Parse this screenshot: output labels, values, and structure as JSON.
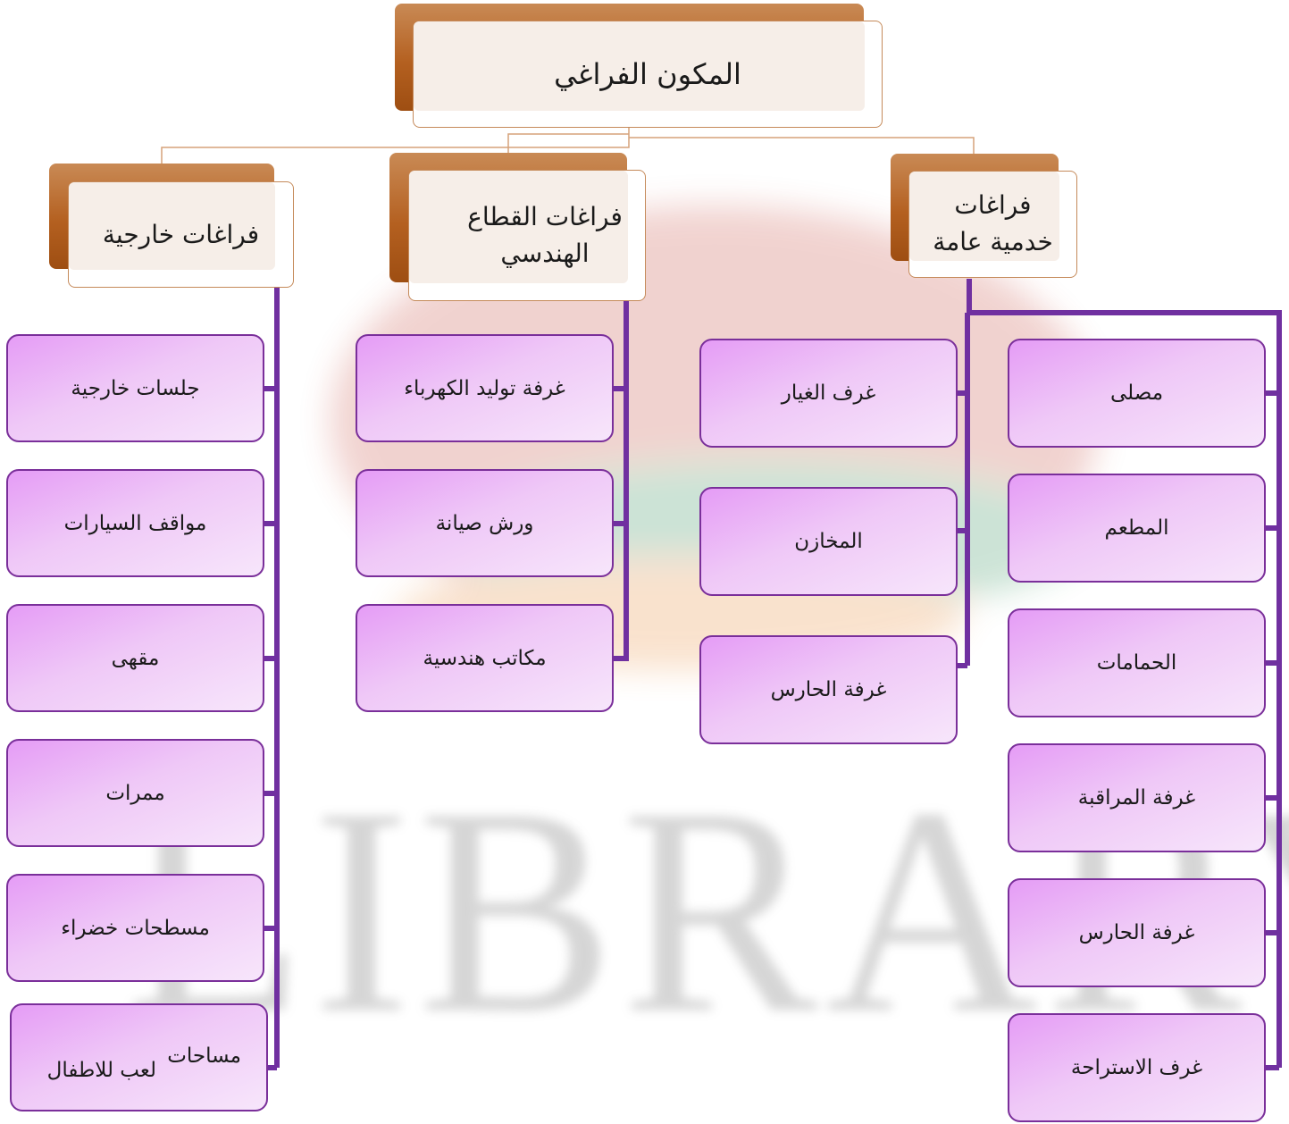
{
  "title": "المكون الفراغي",
  "categories": {
    "external": "فراغات خارجية",
    "engineering_line1": "فراغات القطاع",
    "engineering_line2": "الهندسي",
    "service_line1": "فراغات",
    "service_line2": "خدمية عامة"
  },
  "external_items": [
    "جلسات خارجية",
    "مواقف السيارات",
    "مقهى",
    "ممرات",
    "مسطحات خضراء"
  ],
  "external_last": {
    "line1": "مساحات",
    "line2": "لعب للاطفال"
  },
  "engineering_items": [
    "غرفة توليد الكهرباء",
    "ورش صيانة",
    "مكاتب هندسية"
  ],
  "service_inner_items": [
    "غرف الغيار",
    "المخازن",
    "غرفة الحارس"
  ],
  "service_outer_items": [
    "مصلى",
    "المطعم",
    "الحمامات",
    "غرفة المراقبة",
    "غرفة الحارس",
    "غرف الاستراحة"
  ],
  "watermark": "LIBRARY",
  "colors": {
    "connector": "#7030a0",
    "header_gradient_top": "#c98a55",
    "header_gradient_bottom": "#9e4e12",
    "node_gradient_start": "#e59cf6",
    "node_gradient_end": "#f7e6fb"
  }
}
